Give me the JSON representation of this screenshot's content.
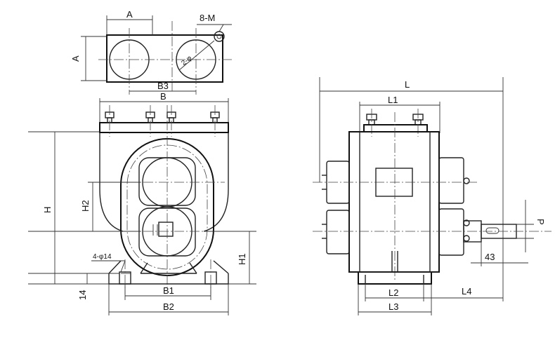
{
  "labels": {
    "A_top": "A",
    "A_side": "A",
    "M": "8-M",
    "phi": "2-φ",
    "B3": "B3",
    "B": "B",
    "H": "H",
    "H2": "H2",
    "H1": "H1",
    "hole": "4-φ14",
    "d14": "14",
    "B1": "B1",
    "B2": "B2",
    "L": "L",
    "L1": "L1",
    "L2": "L2",
    "L3": "L3",
    "L4": "L4",
    "d43": "43",
    "P": "P"
  }
}
